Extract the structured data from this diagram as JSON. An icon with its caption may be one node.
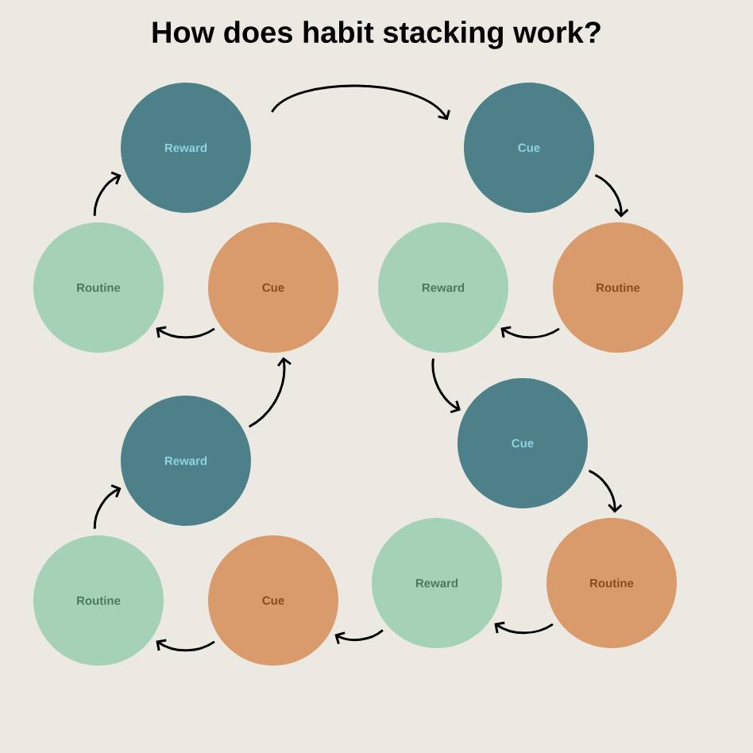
{
  "diagram": {
    "title": "How does habit stacking work?",
    "nodes": [
      {
        "text": [
          "Reward"
        ]
      },
      {
        "text": [
          "Routine"
        ]
      },
      {
        "text": [
          "Cue"
        ]
      },
      {
        "text": [
          "Cue"
        ]
      },
      {
        "text": [
          "Reward"
        ]
      },
      {
        "text": [
          "Routine"
        ]
      },
      {
        "text": [
          "Cue"
        ]
      },
      {
        "text": [
          "Reward"
        ]
      },
      {
        "text": [
          "Routine"
        ]
      },
      {
        "text": [
          "Cue"
        ]
      },
      {
        "text": [
          "Reward"
        ]
      },
      {
        "text": [
          "Routine"
        ]
      }
    ],
    "edges": [
      {
        "from": 0,
        "to": 3,
        "arrow": "to"
      },
      {
        "from": 1,
        "to": 0,
        "arrow": "to"
      },
      {
        "from": 2,
        "to": 1,
        "arrow": "to"
      },
      {
        "from": 3,
        "to": 5,
        "arrow": "to"
      },
      {
        "from": 5,
        "to": 4,
        "arrow": "to"
      },
      {
        "from": 4,
        "to": 6,
        "arrow": "to"
      },
      {
        "from": 7,
        "to": 2,
        "arrow": "to"
      },
      {
        "from": 8,
        "to": 7,
        "arrow": "to"
      },
      {
        "from": 9,
        "to": 8,
        "arrow": "to"
      },
      {
        "from": 6,
        "to": 11,
        "arrow": "to"
      },
      {
        "from": 11,
        "to": 10,
        "arrow": "to"
      },
      {
        "from": 10,
        "to": 9,
        "arrow": "to"
      }
    ]
  }
}
